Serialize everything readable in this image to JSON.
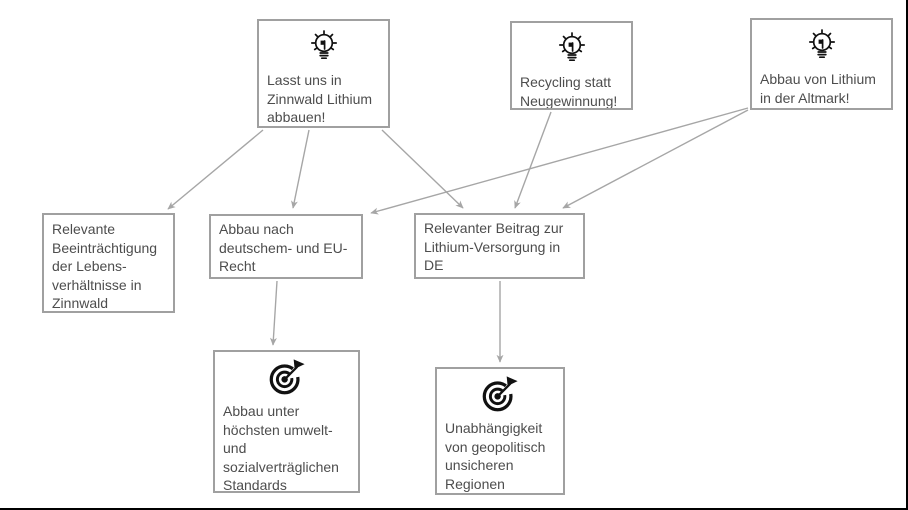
{
  "colors": {
    "background": "#ffffff",
    "node_border": "#a0a0a0",
    "node_fill": "#ffffff",
    "text": "#4d4d4d",
    "arrow": "#a6a6a6",
    "icon": "#111111",
    "frame_border": "#000000"
  },
  "diagram": {
    "nodes": {
      "idea_zinnwald": {
        "icon": "lightbulb-icon",
        "label": "Lasst uns in\nZinnwald Lithium\nabbauen!"
      },
      "idea_recycling": {
        "icon": "lightbulb-icon",
        "label": "Recycling statt\nNeugewinnung!"
      },
      "idea_altmark": {
        "icon": "lightbulb-icon",
        "label": "Abbau von Lithium\nin der Altmark!"
      },
      "concern_zinnwald": {
        "icon": null,
        "label": "Relevante\nBeeinträchtigung\nder Lebens-\nverhältnisse in\nZinnwald"
      },
      "arg_legal": {
        "icon": null,
        "label": "Abbau nach\ndeutschem- und EU-\nRecht"
      },
      "arg_supply": {
        "icon": null,
        "label": "Relevanter Beitrag zur\nLithium-Versorgung in\nDE"
      },
      "goal_standards": {
        "icon": "target-icon",
        "label": "Abbau unter\nhöchsten umwelt-\nund\nsozialverträglichen\nStandards"
      },
      "goal_independence": {
        "icon": "target-icon",
        "label": "Unabhängigkeit\nvon geopolitisch\nunsicheren\nRegionen"
      }
    },
    "edges": [
      {
        "from": "idea_zinnwald",
        "to": "concern_zinnwald"
      },
      {
        "from": "idea_zinnwald",
        "to": "arg_legal"
      },
      {
        "from": "idea_zinnwald",
        "to": "arg_supply"
      },
      {
        "from": "idea_recycling",
        "to": "arg_supply"
      },
      {
        "from": "idea_altmark",
        "to": "arg_legal"
      },
      {
        "from": "idea_altmark",
        "to": "arg_supply"
      },
      {
        "from": "arg_legal",
        "to": "goal_standards"
      },
      {
        "from": "arg_supply",
        "to": "goal_independence"
      }
    ]
  }
}
